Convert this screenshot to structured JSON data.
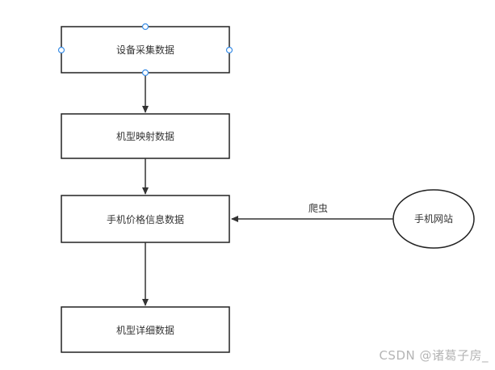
{
  "diagram": {
    "nodes": {
      "device_data": "设备采集数据",
      "model_mapping": "机型映射数据",
      "phone_price": "手机价格信息数据",
      "model_detail": "机型详细数据",
      "phone_website": "手机网站"
    },
    "edges": {
      "crawler_label": "爬虫"
    }
  },
  "watermark": "CSDN @诸葛子房_"
}
